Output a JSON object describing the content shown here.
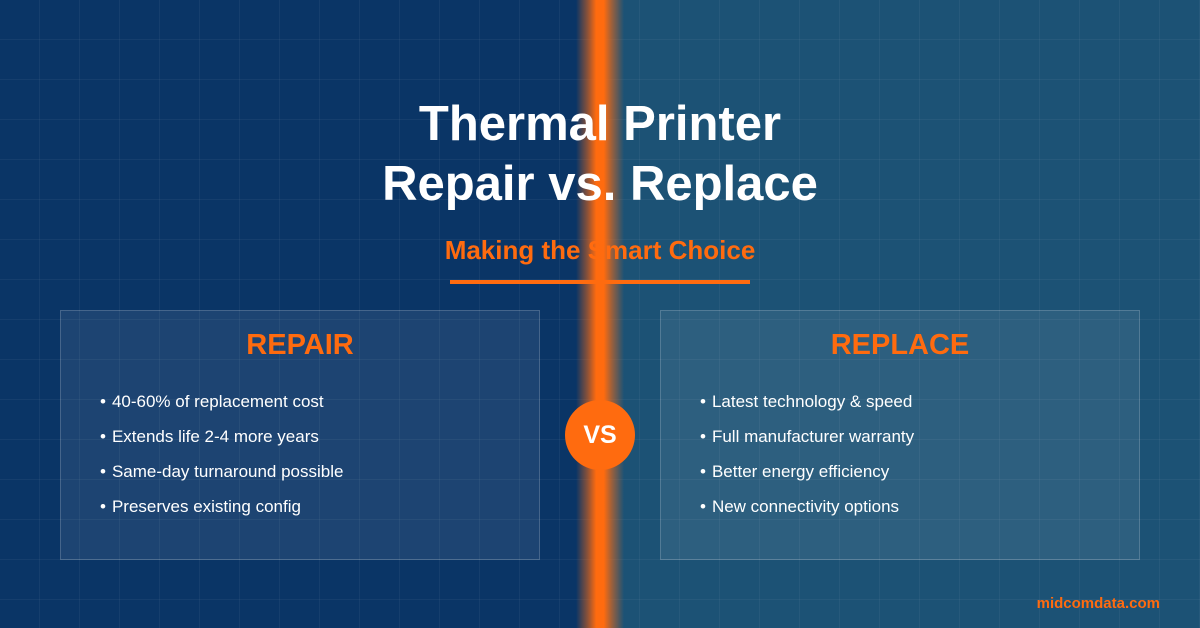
{
  "colors": {
    "accent": "#ff6b0f",
    "bg_left": "#0a3566",
    "bg_right": "#1c5275",
    "text": "#ffffff"
  },
  "header": {
    "title_line1": "Thermal Printer",
    "title_line2": "Repair vs. Replace",
    "subtitle": "Making the Smart Choice"
  },
  "cards": [
    {
      "title": "REPAIR",
      "items": [
        "40-60% of replacement cost",
        "Extends life 2-4 more years",
        "Same-day turnaround possible",
        "Preserves existing config"
      ]
    },
    {
      "title": "REPLACE",
      "items": [
        "Latest technology & speed",
        "Full manufacturer warranty",
        "Better energy efficiency",
        "New connectivity options"
      ]
    }
  ],
  "vs_badge": {
    "label": "VS"
  },
  "bullet": "•",
  "footer": {
    "site": "midcomdata.com"
  }
}
